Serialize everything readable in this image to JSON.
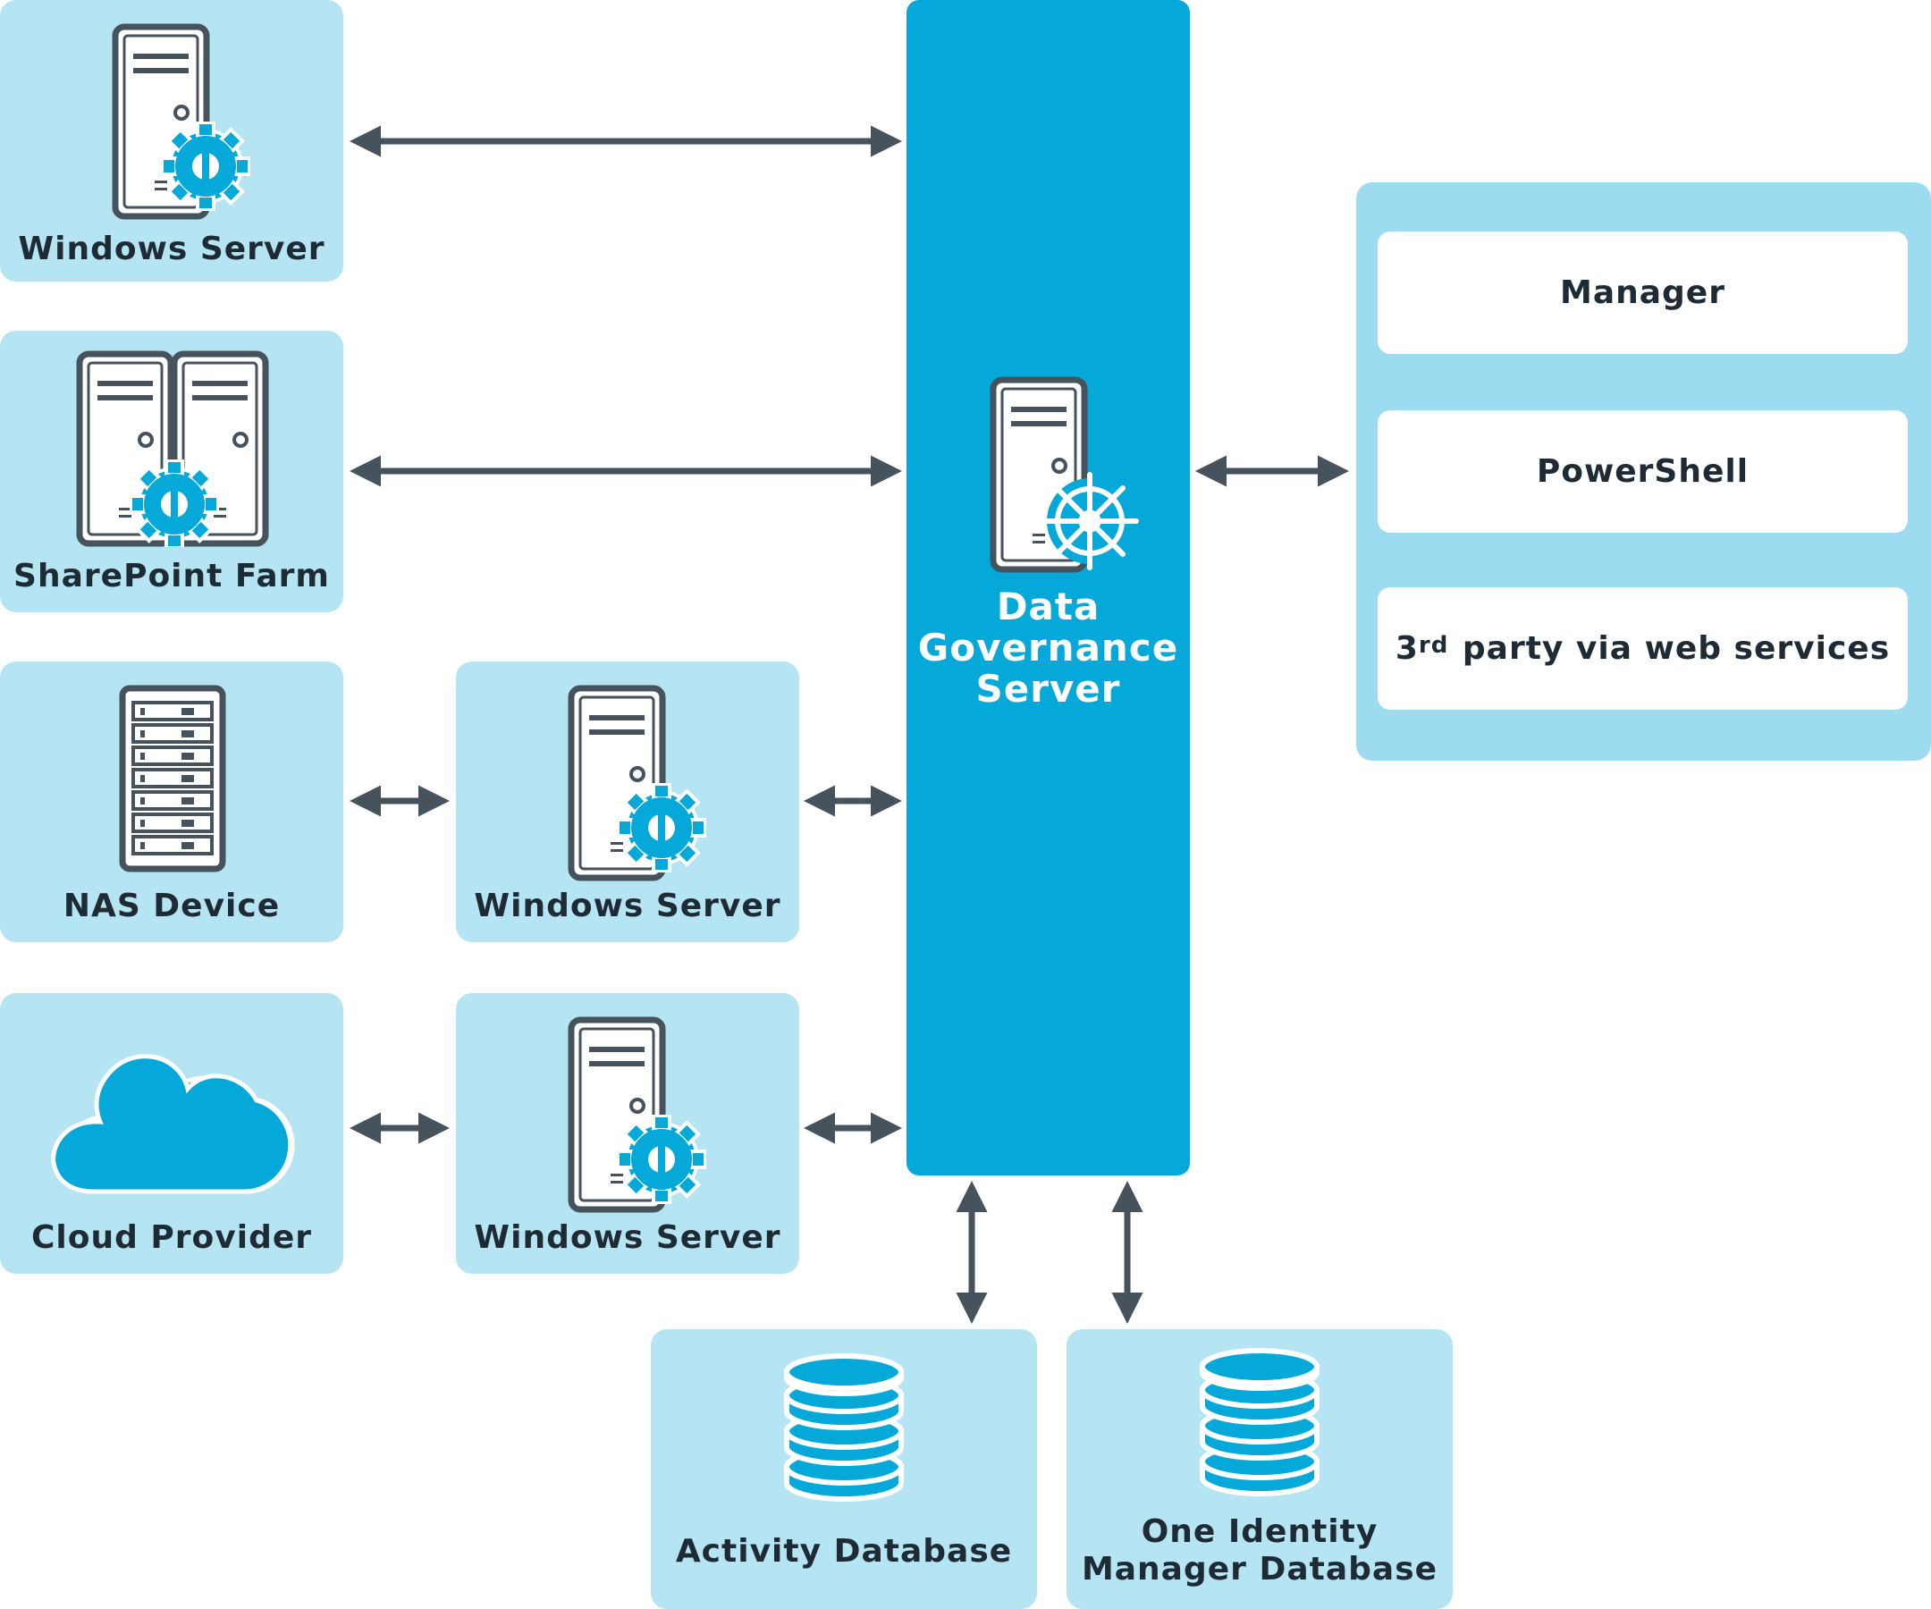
{
  "sources": {
    "windows_server_1": "Windows Server",
    "sharepoint_farm": "SharePoint Farm",
    "nas_device": "NAS Device",
    "cloud_provider": "Cloud Provider",
    "windows_server_2": "Windows Server",
    "windows_server_3": "Windows Server"
  },
  "server": {
    "line1": "Data",
    "line2": "Governance",
    "line3": "Server"
  },
  "clients": {
    "manager": "Manager",
    "powershell": "PowerShell",
    "third_party_sup_base": "3",
    "third_party_sup": "rd",
    "third_party_rest": "party via web services"
  },
  "databases": {
    "activity": "Activity Database",
    "identity_line1": "One Identity",
    "identity_line2": "Manager Database"
  },
  "colors": {
    "panel": "#b5e4f3",
    "server": "#05a9d9",
    "client_group": "#9ddcf0",
    "arrow": "#46525c",
    "icon_dark": "#46525c",
    "icon_blue": "#05a9d9"
  }
}
